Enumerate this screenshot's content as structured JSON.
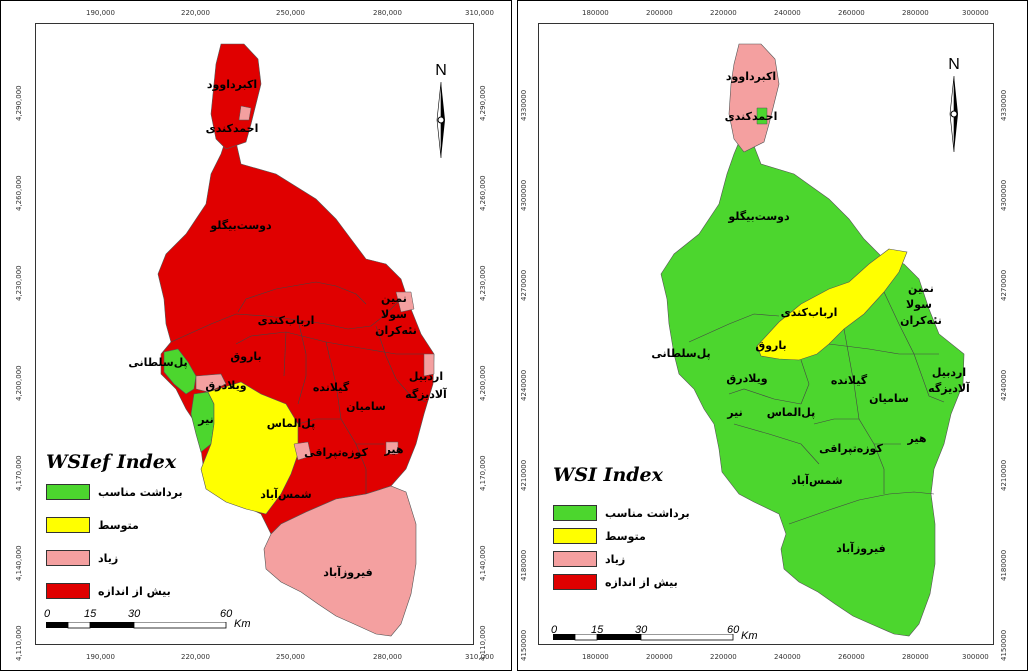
{
  "left_panel": {
    "legend_title": "WSIef Index",
    "top_ticks": [
      "190,000",
      "220,000",
      "250,000",
      "280,000",
      "310,000"
    ],
    "bottom_ticks": [
      "190,000",
      "220,000",
      "250,000",
      "280,000",
      "310,000"
    ],
    "left_ticks": [
      "4,110,000",
      "4,140,000",
      "4,170,000",
      "4,200,000",
      "4,230,000",
      "4,260,000",
      "4,290,000"
    ],
    "right_ticks": [
      "4,110,000",
      "4,140,000",
      "4,170,000",
      "4,200,000",
      "4,230,000",
      "4,260,000",
      "4,290,000"
    ]
  },
  "right_panel": {
    "legend_title": "WSI Index",
    "top_ticks": [
      "180000",
      "200000",
      "220000",
      "240000",
      "260000",
      "280000",
      "300000"
    ],
    "bottom_ticks": [
      "180000",
      "200000",
      "220000",
      "240000",
      "260000",
      "280000",
      "300000"
    ],
    "left_ticks": [
      "4150000",
      "4180000",
      "4210000",
      "4240000",
      "4270000",
      "4300000",
      "4330000"
    ],
    "right_ticks": [
      "4150000",
      "4180000",
      "4210000",
      "4240000",
      "4270000",
      "4300000",
      "4330000"
    ]
  },
  "legend": {
    "items": [
      {
        "label": "برداشت مناسب",
        "color": "#4cd62e"
      },
      {
        "label": "متوسط",
        "color": "#ffff00"
      },
      {
        "label": "زیاد",
        "color": "#f4a0a0"
      },
      {
        "label": "بیش از اندازه",
        "color": "#e00000"
      }
    ]
  },
  "north_arrow": "N",
  "scale": {
    "labels": [
      "0",
      "15",
      "30",
      "60"
    ],
    "unit": "Km"
  },
  "villages": {
    "akbar_davood": "اکبرداوود",
    "ahmad_kandi": "احمدکندی",
    "doost_beyglu": "دوست‌بیگلو",
    "arbab_kandi": "ارباب‌کندی",
    "barugh": "باروق",
    "pol_soltani": "پل‌سلطانی",
    "vilader": "ویلادرق",
    "nir": "نیر",
    "pol_almas": "پل‌الماس",
    "gilandeh": "گیلانده",
    "samian": "سامیان",
    "ardabil": "اردبیل",
    "aladizgeh": "آلادیزگه",
    "namin": "نمین",
    "sola": "سولا",
    "nehkoran": "نئه‌کران",
    "kuzeh_toprakhi": "کوزه‌تپراقی",
    "hir": "هیر",
    "shams_abad": "شمس‌آباد",
    "firuz_abad": "فیروزآباد"
  },
  "colors": {
    "suitable": "#4cd62e",
    "medium": "#ffff00",
    "high": "#f4a0a0",
    "excessive": "#e00000"
  },
  "left_zone_classes": {
    "north_top": "excessive",
    "north_spot": "high",
    "main": "excessive",
    "pol_soltani": "suitable",
    "vilader_spot": "high",
    "nir": "suitable",
    "pol_almas": "medium",
    "kuzeh_spot": "high",
    "hir_spot": "high",
    "east_spot": "high",
    "south": "high"
  },
  "right_zone_classes": {
    "north_top": "high",
    "north_spot": "suitable",
    "main": "suitable",
    "arbab_barugh": "medium"
  }
}
